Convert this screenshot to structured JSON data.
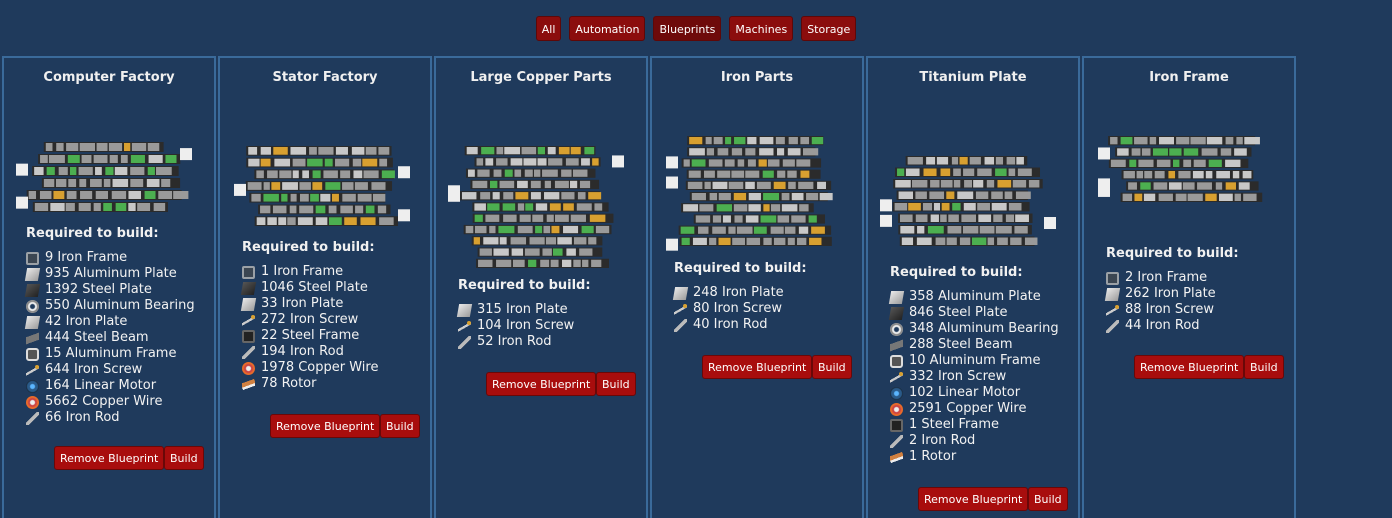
{
  "tabs": [
    "All",
    "Automation",
    "Blueprints",
    "Machines",
    "Storage"
  ],
  "buttons": {
    "remove": "Remove Blueprint",
    "build": "Build"
  },
  "req_title": "Required to build:",
  "cards": [
    {
      "title": "Computer Factory",
      "items": [
        {
          "icon": "iron-frame-icon",
          "text": "9 Iron Frame"
        },
        {
          "icon": "aluminum-plate-icon",
          "text": "935 Aluminum Plate"
        },
        {
          "icon": "steel-plate-icon",
          "text": "1392 Steel Plate"
        },
        {
          "icon": "aluminum-bearing-icon",
          "text": "550 Aluminum Bearing"
        },
        {
          "icon": "iron-plate-icon",
          "text": "42 Iron Plate"
        },
        {
          "icon": "steel-beam-icon",
          "text": "444 Steel Beam"
        },
        {
          "icon": "aluminum-frame-icon",
          "text": "15 Aluminum Frame"
        },
        {
          "icon": "iron-screw-icon",
          "text": "644 Iron Screw"
        },
        {
          "icon": "linear-motor-icon",
          "text": "164 Linear Motor"
        },
        {
          "icon": "copper-wire-icon",
          "text": "5662 Copper Wire"
        },
        {
          "icon": "iron-rod-icon",
          "text": "66 Iron Rod"
        }
      ]
    },
    {
      "title": "Stator Factory",
      "items": [
        {
          "icon": "iron-frame-icon",
          "text": "1 Iron Frame"
        },
        {
          "icon": "steel-plate-icon",
          "text": "1046 Steel Plate"
        },
        {
          "icon": "iron-plate-icon",
          "text": "33 Iron Plate"
        },
        {
          "icon": "iron-screw-icon",
          "text": "272 Iron Screw"
        },
        {
          "icon": "steel-frame-icon",
          "text": "22 Steel Frame"
        },
        {
          "icon": "iron-rod-icon",
          "text": "194 Iron Rod"
        },
        {
          "icon": "copper-wire-icon",
          "text": "1978 Copper Wire"
        },
        {
          "icon": "rotor-icon",
          "text": "78 Rotor"
        }
      ]
    },
    {
      "title": "Large Copper Parts",
      "items": [
        {
          "icon": "iron-plate-icon",
          "text": "315 Iron Plate"
        },
        {
          "icon": "iron-screw-icon",
          "text": "104 Iron Screw"
        },
        {
          "icon": "iron-rod-icon",
          "text": "52 Iron Rod"
        }
      ]
    },
    {
      "title": "Iron Parts",
      "items": [
        {
          "icon": "iron-plate-icon",
          "text": "248 Iron Plate"
        },
        {
          "icon": "iron-screw-icon",
          "text": "80 Iron Screw"
        },
        {
          "icon": "iron-rod-icon",
          "text": "40 Iron Rod"
        }
      ]
    },
    {
      "title": "Titanium Plate",
      "items": [
        {
          "icon": "aluminum-plate-icon",
          "text": "358 Aluminum Plate"
        },
        {
          "icon": "steel-plate-icon",
          "text": "846 Steel Plate"
        },
        {
          "icon": "aluminum-bearing-icon",
          "text": "348 Aluminum Bearing"
        },
        {
          "icon": "steel-beam-icon",
          "text": "288 Steel Beam"
        },
        {
          "icon": "aluminum-frame-icon",
          "text": "10 Aluminum Frame"
        },
        {
          "icon": "iron-screw-icon",
          "text": "332 Iron Screw"
        },
        {
          "icon": "linear-motor-icon",
          "text": "102 Linear Motor"
        },
        {
          "icon": "copper-wire-icon",
          "text": "2591 Copper Wire"
        },
        {
          "icon": "steel-frame-icon",
          "text": "1 Steel Frame"
        },
        {
          "icon": "iron-rod-icon",
          "text": "2 Iron Rod"
        },
        {
          "icon": "rotor-icon",
          "text": "1 Rotor"
        }
      ]
    },
    {
      "title": "Iron Frame",
      "items": [
        {
          "icon": "iron-frame-icon",
          "text": "2 Iron Frame"
        },
        {
          "icon": "iron-plate-icon",
          "text": "262 Iron Plate"
        },
        {
          "icon": "iron-screw-icon",
          "text": "88 Iron Screw"
        },
        {
          "icon": "iron-rod-icon",
          "text": "44 Iron Rod"
        }
      ]
    }
  ]
}
